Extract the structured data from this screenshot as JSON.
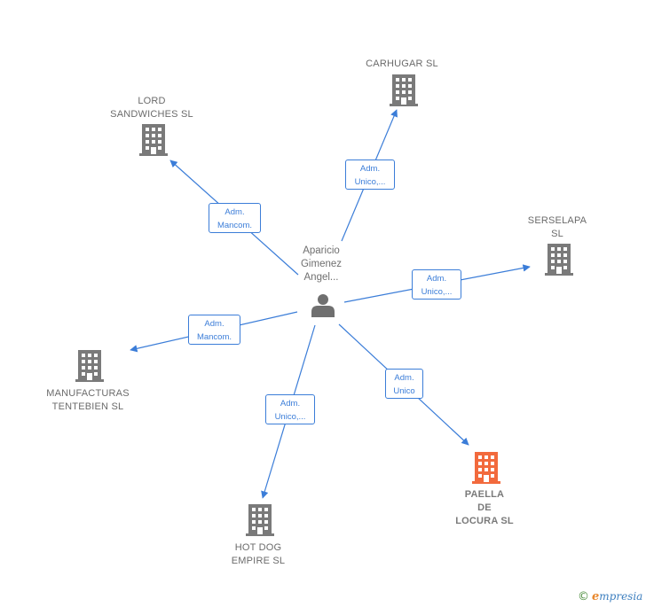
{
  "center": {
    "lines": [
      "Aparicio",
      "Gimenez",
      "Angel..."
    ],
    "icon": "person-icon"
  },
  "companies": [
    {
      "key": "carhugar",
      "lines": [
        "CARHUGAR SL"
      ],
      "highlight": false
    },
    {
      "key": "lord-sandwiches",
      "lines": [
        "LORD",
        "SANDWICHES SL"
      ],
      "highlight": false
    },
    {
      "key": "serselapa",
      "lines": [
        "SERSELAPA",
        "SL"
      ],
      "highlight": false
    },
    {
      "key": "manufacturas-tentebien",
      "lines": [
        "MANUFACTURAS",
        "TENTEBIEN SL"
      ],
      "highlight": false
    },
    {
      "key": "hot-dog-empire",
      "lines": [
        "HOT DOG",
        "EMPIRE SL"
      ],
      "highlight": false
    },
    {
      "key": "paella-de-locura",
      "lines": [
        "PAELLA",
        "DE",
        "LOCURA  SL"
      ],
      "highlight": true
    }
  ],
  "edges": [
    {
      "to": "carhugar",
      "label": [
        "Adm.",
        "Unico,..."
      ]
    },
    {
      "to": "lord-sandwiches",
      "label": [
        "Adm.",
        "Mancom."
      ]
    },
    {
      "to": "serselapa",
      "label": [
        "Adm.",
        "Unico,..."
      ]
    },
    {
      "to": "manufacturas-tentebien",
      "label": [
        "Adm.",
        "Mancom."
      ]
    },
    {
      "to": "hot-dog-empire",
      "label": [
        "Adm.",
        "Unico,..."
      ]
    },
    {
      "to": "paella-de-locura",
      "label": [
        "Adm.",
        "Unico"
      ]
    }
  ],
  "colors": {
    "edge": "#3b7dd8",
    "building": "#7a7a7a",
    "building_highlight": "#f26a3d",
    "person": "#6f6f6f"
  },
  "footer": {
    "copyright": "©",
    "brand_initial": "e",
    "brand_rest": "mpresia"
  }
}
